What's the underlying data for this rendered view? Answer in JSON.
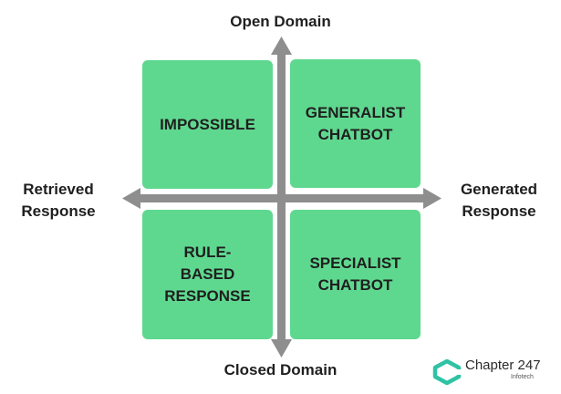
{
  "axes": {
    "top": "Open Domain",
    "bottom": "Closed Domain",
    "left": "Retrieved\nResponse",
    "right": "Generated\nResponse"
  },
  "quadrants": {
    "top_left": "IMPOSSIBLE",
    "top_right": "GENERALIST\nCHATBOT",
    "bottom_left": "RULE-\nBASED\nRESPONSE",
    "bottom_right": "SPECIALIST\nCHATBOT"
  },
  "logo": {
    "name": "Chapter 247",
    "sub": "Infotech"
  },
  "colors": {
    "quadrant_fill": "#5fd88f",
    "axis_gray": "#8e8e8e",
    "logo_teal": "#2fc3a4"
  }
}
